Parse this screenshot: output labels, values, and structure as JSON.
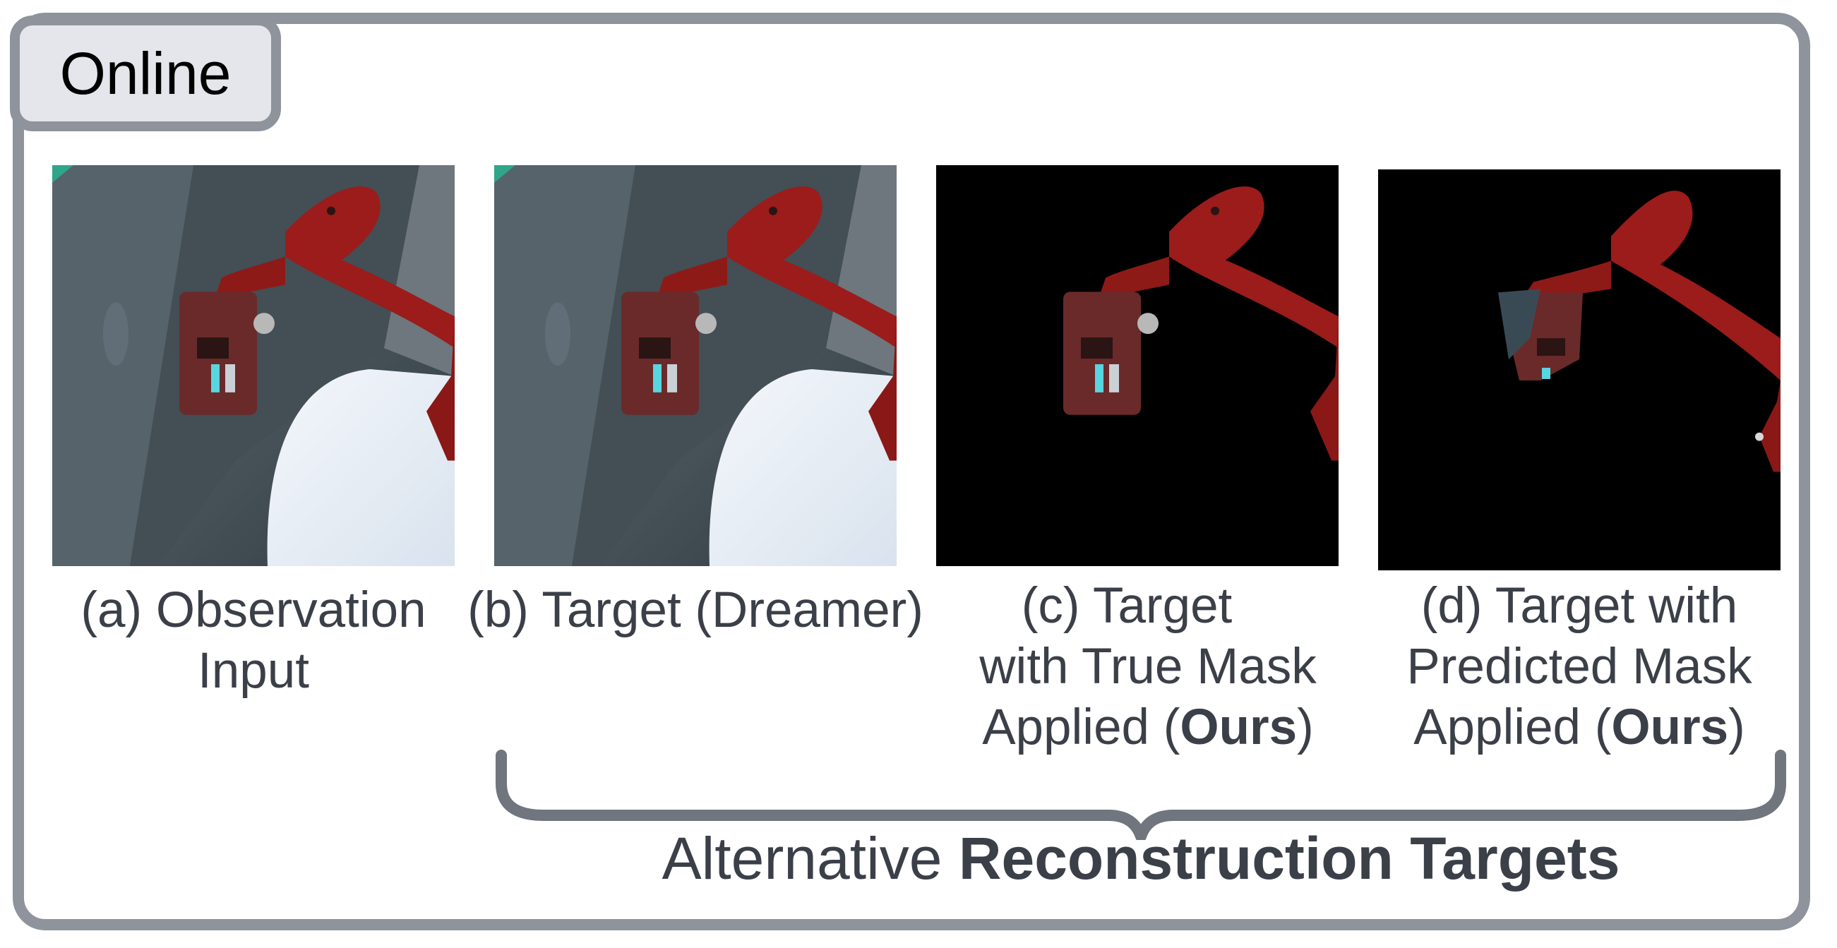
{
  "tag": {
    "label": "Online"
  },
  "panels": [
    {
      "id": "a",
      "caption_lines": [
        "(a) Observation",
        "Input"
      ]
    },
    {
      "id": "b",
      "caption_lines": [
        "(b) Target (Dreamer)"
      ]
    },
    {
      "id": "c",
      "caption_lines": [
        "(c) Target",
        "with True Mask"
      ],
      "caption_last_pre": "Applied (",
      "caption_last_bold": "Ours",
      "caption_last_post": ")"
    },
    {
      "id": "d",
      "caption_lines": [
        "(d) Target with",
        "Predicted Mask"
      ],
      "caption_last_pre": "Applied (",
      "caption_last_bold": "Ours",
      "caption_last_post": ")"
    }
  ],
  "group_label": {
    "normal": "Alternative",
    "bold": "Reconstruction Targets"
  },
  "colors": {
    "frame": "#8e939c",
    "tag_bg": "#e4e6eb",
    "text": "#3b3f48",
    "arm_red": "#9b1c1a"
  }
}
